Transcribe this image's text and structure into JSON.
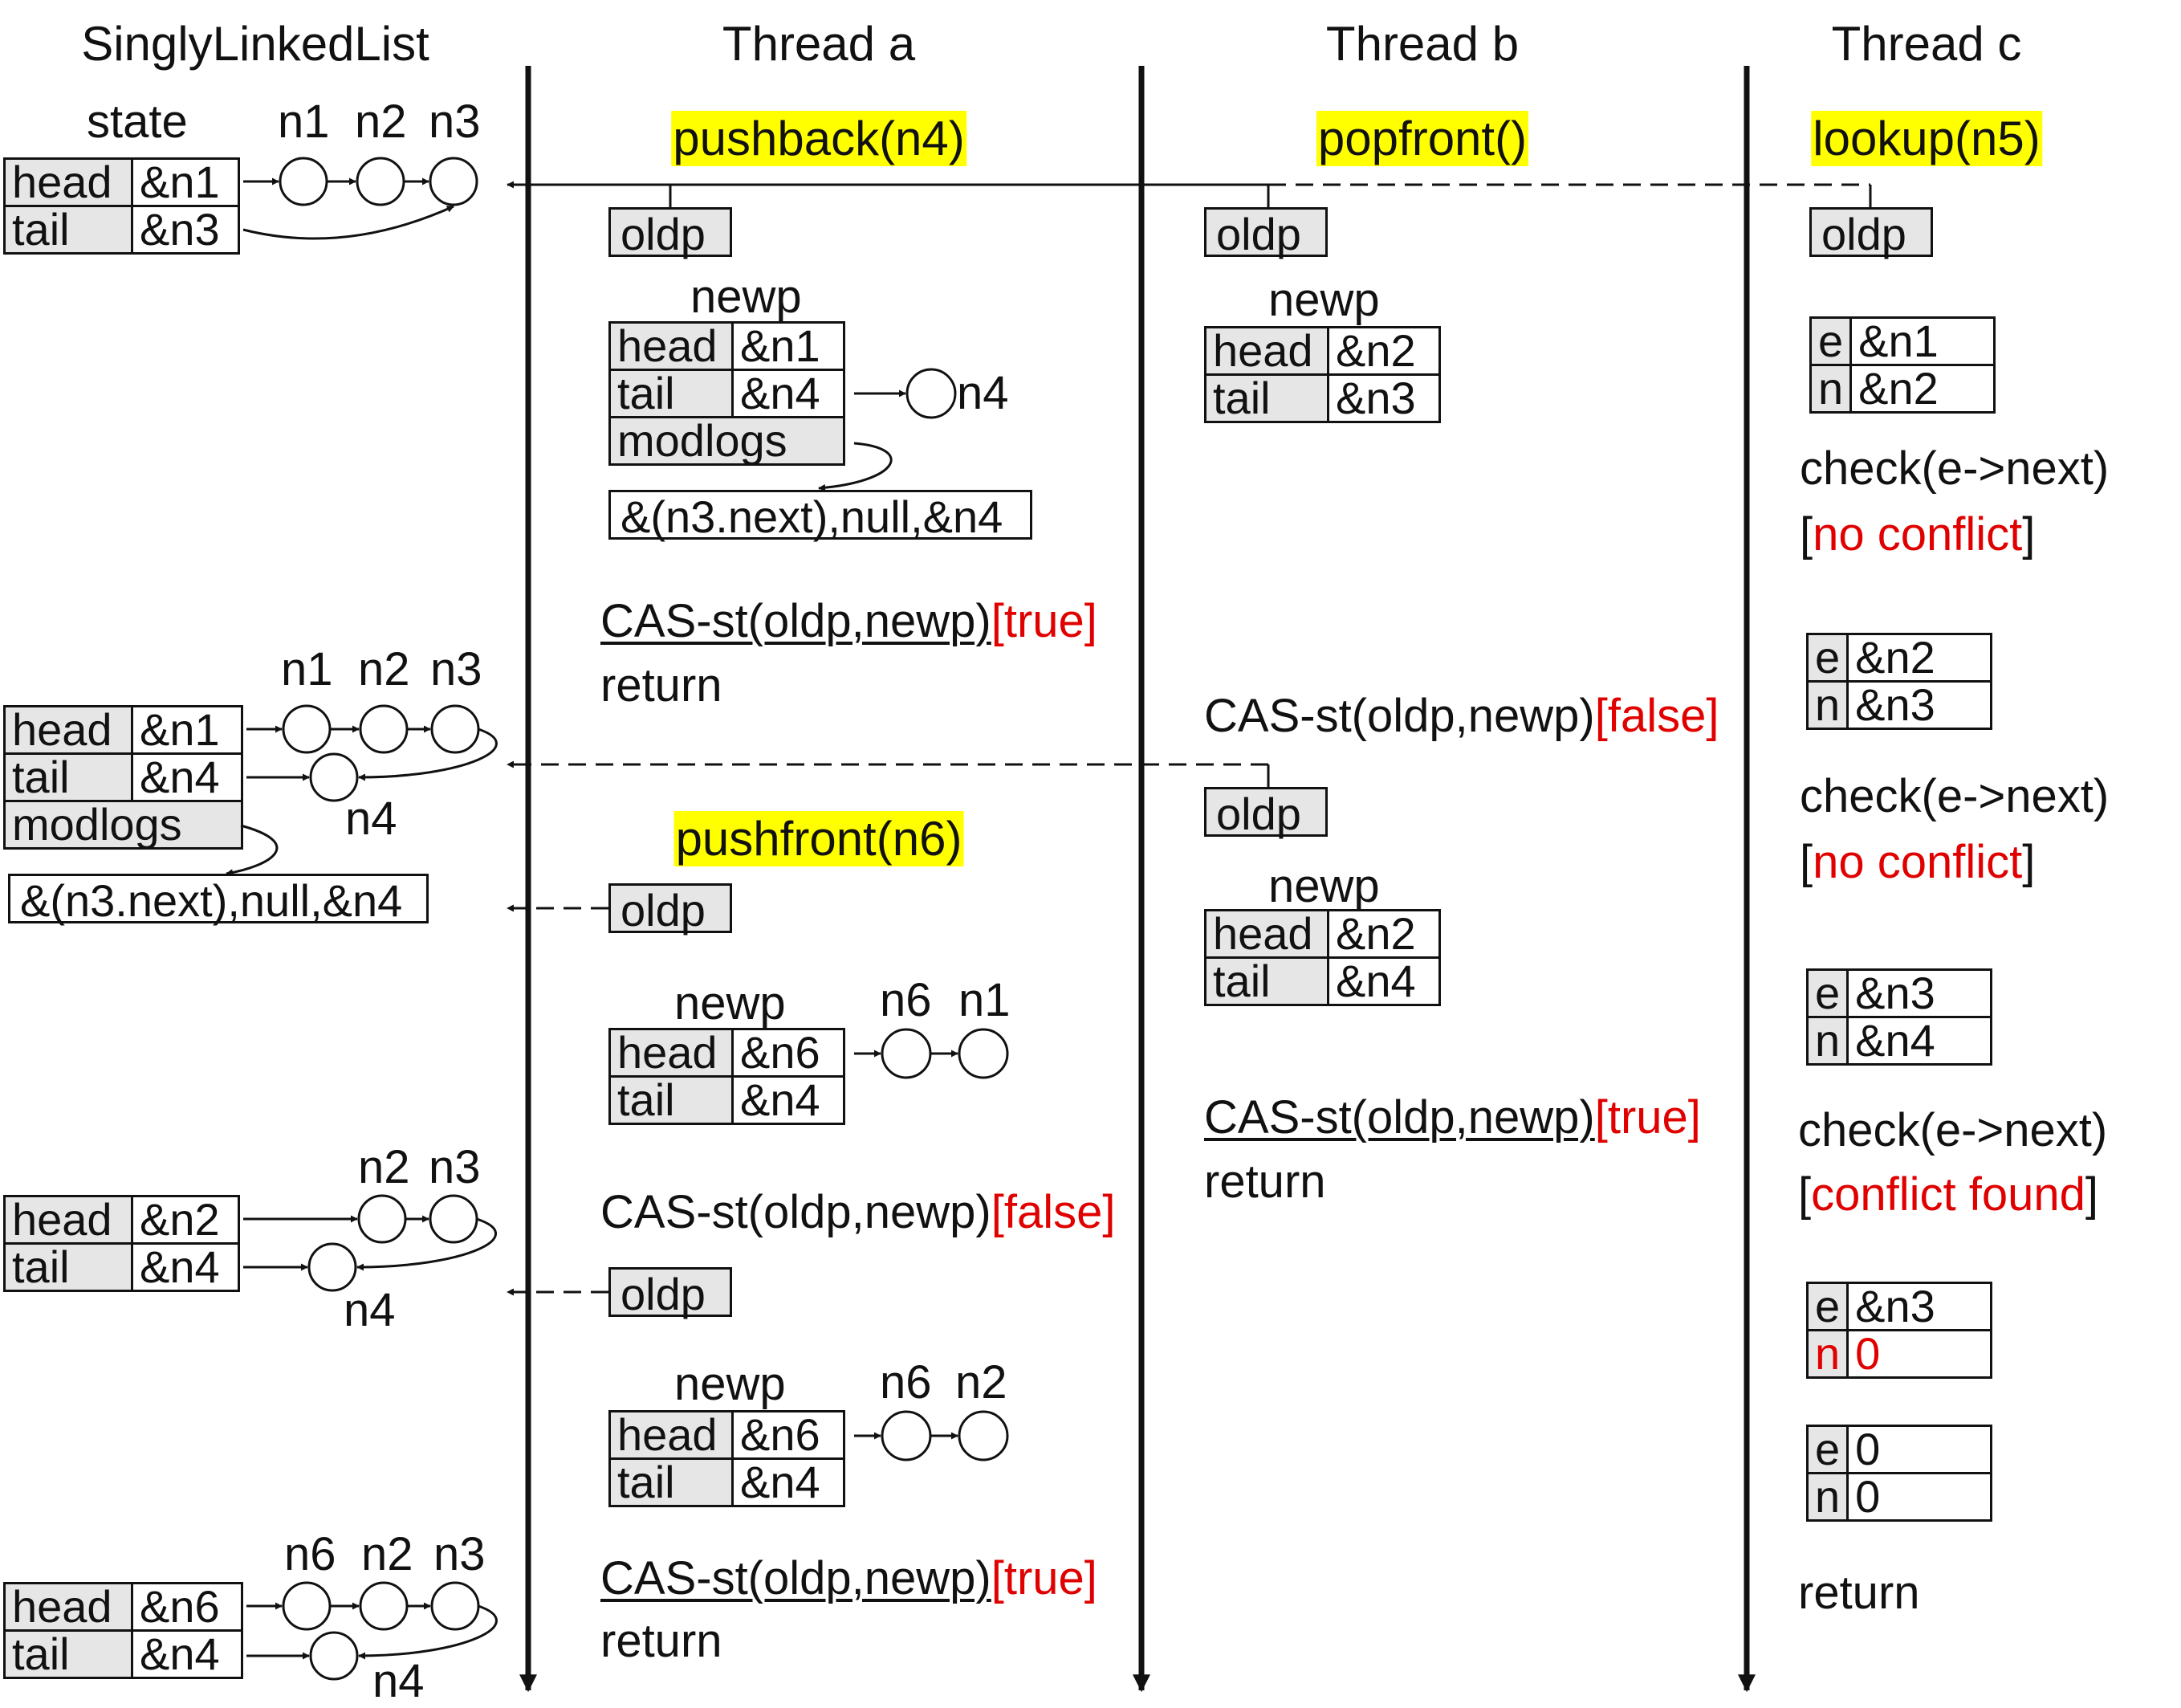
{
  "headers": {
    "list": "SinglyLinkedList",
    "thread_a": "Thread a",
    "thread_b": "Thread b",
    "thread_c": "Thread c"
  },
  "state_label": "state",
  "operations": {
    "a1": "pushback(n4)",
    "a2": "pushfront(n6)",
    "b1": "popfront()",
    "c1": "lookup(n5)"
  },
  "field_labels": {
    "head": "head",
    "tail": "tail",
    "modlogs": "modlogs",
    "e": "e",
    "n": "n",
    "oldp": "oldp",
    "newp": "newp"
  },
  "nodes": {
    "n1": "n1",
    "n2": "n2",
    "n3": "n3",
    "n4": "n4",
    "n6": "n6"
  },
  "values": {
    "amp_n1": "&n1",
    "amp_n2": "&n2",
    "amp_n3": "&n3",
    "amp_n4": "&n4",
    "amp_n6": "&n6",
    "zero": "0",
    "modlog_entry": "&(n3.next),null,&n4"
  },
  "cas": {
    "call": "CAS-st(oldp,newp)",
    "true": "[true]",
    "false": "[false]"
  },
  "check": {
    "call": "check(e->next)",
    "no_conflict": "no conflict",
    "conflict_found": "conflict found",
    "bracket_open": "[",
    "bracket_close": "]"
  },
  "return_label": "return",
  "colors": {
    "highlight": "#ffff00",
    "result": "#e00000",
    "key_cell": "#e6e6e6"
  }
}
